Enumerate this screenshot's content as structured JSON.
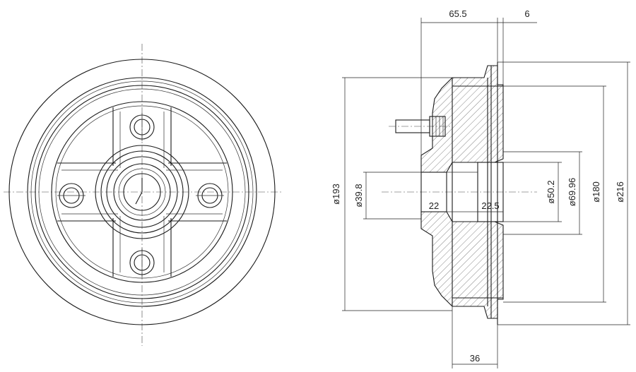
{
  "drawing": {
    "dimensions": {
      "offset_65_5": "65.5",
      "offset_6": "6",
      "width_36": "36",
      "dia_193": "ø193",
      "dia_39_8": "ø39.8",
      "bore_22": "22",
      "bore_22_5": "22.5",
      "dia_50_2": "ø50.2",
      "dia_69_96": "ø69.96",
      "dia_180": "ø180",
      "dia_216": "ø216"
    }
  }
}
